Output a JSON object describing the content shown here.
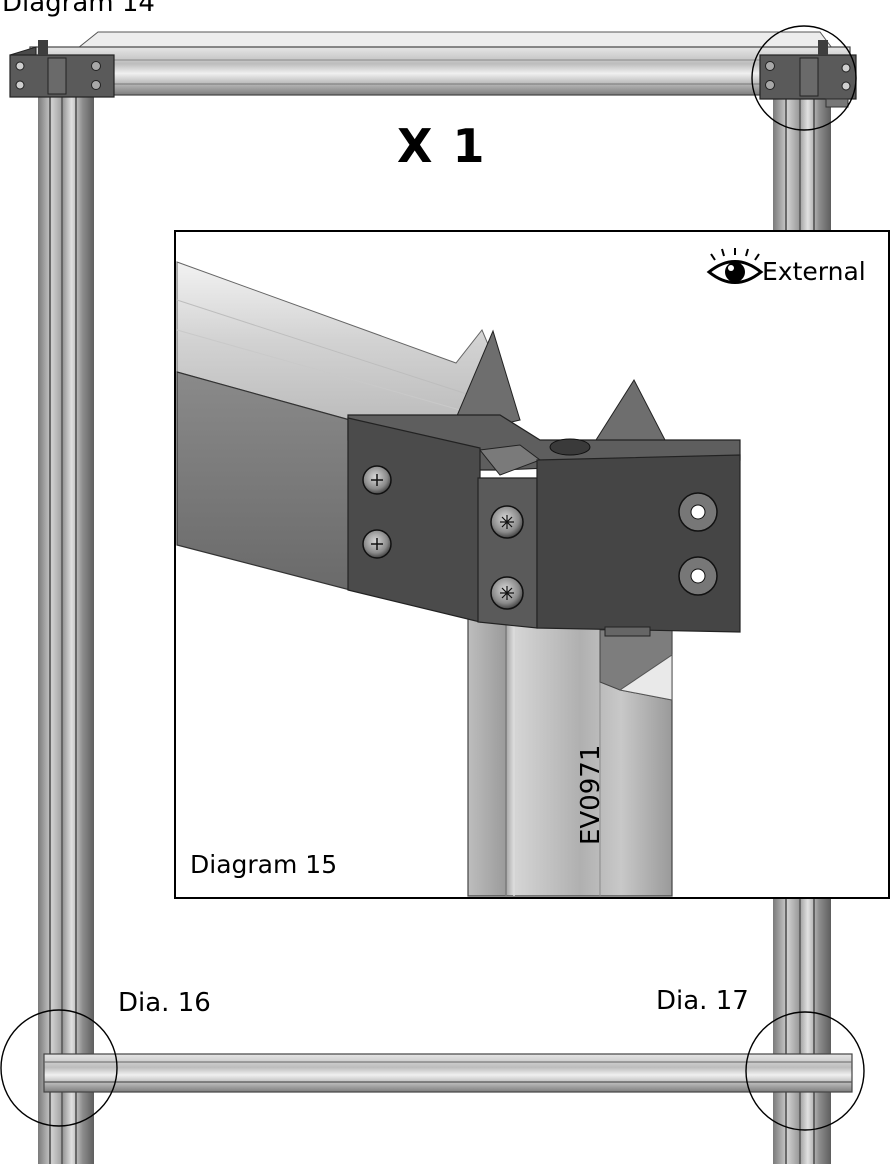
{
  "labels": {
    "top_partial": "Diagram 14",
    "quantity": "X 1",
    "inset_caption": "Diagram 15",
    "external": "External",
    "part_code": "EV0971",
    "callout_left": "Dia. 16",
    "callout_right": "Dia. 17"
  },
  "icons": {
    "view_side": "eye-icon"
  },
  "colors": {
    "line": "#000000",
    "aluminium_light": "#d9d9d9",
    "aluminium_mid": "#a8a8a8",
    "aluminium_dark": "#6e6e6e",
    "bracket": "#555555",
    "bracket_face": "#3a3a3a",
    "background": "#ffffff"
  }
}
